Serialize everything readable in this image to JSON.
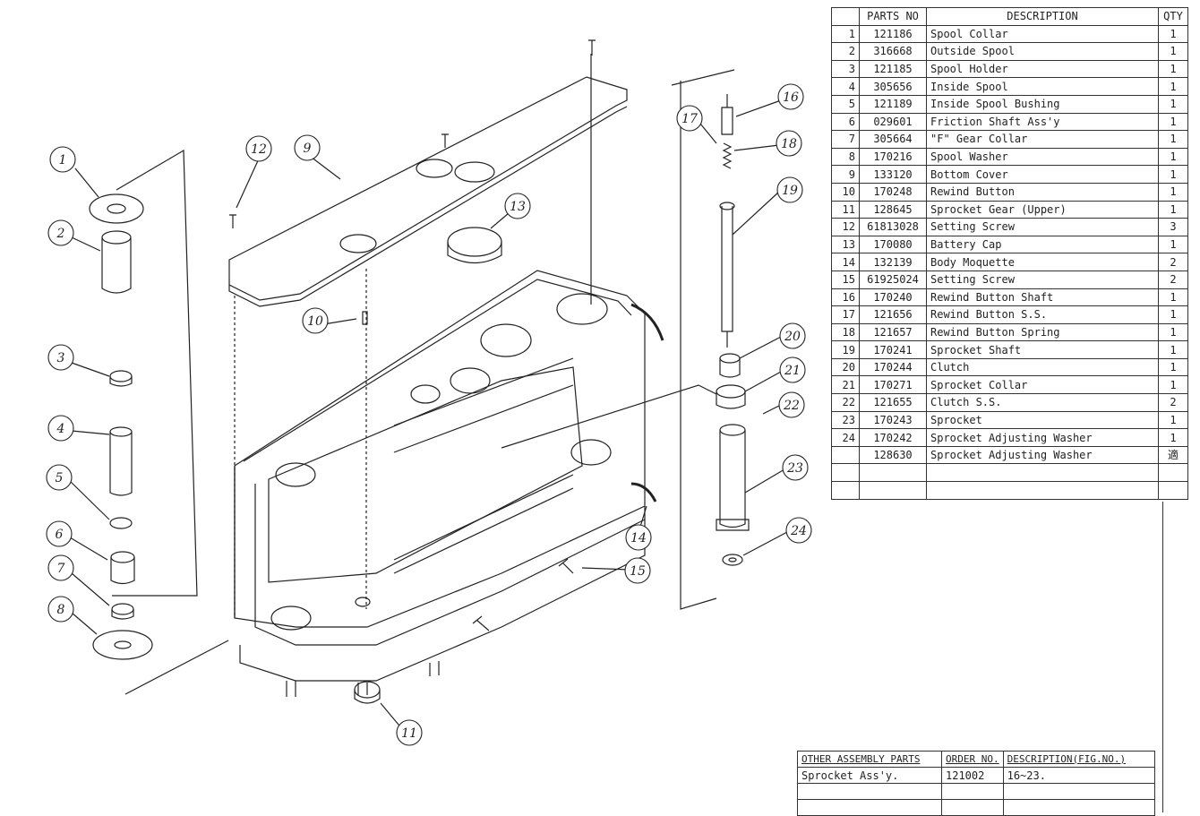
{
  "parts_table": {
    "headers": [
      "",
      "PARTS NO",
      "DESCRIPTION",
      "QTY"
    ],
    "rows": [
      {
        "no": "1",
        "part": "121186",
        "desc": "Spool Collar",
        "qty": "1"
      },
      {
        "no": "2",
        "part": "316668",
        "desc": "Outside Spool",
        "qty": "1"
      },
      {
        "no": "3",
        "part": "121185",
        "desc": "Spool Holder",
        "qty": "1"
      },
      {
        "no": "4",
        "part": "305656",
        "desc": "Inside Spool",
        "qty": "1"
      },
      {
        "no": "5",
        "part": "121189",
        "desc": "Inside Spool Bushing",
        "qty": "1"
      },
      {
        "no": "6",
        "part": "029601",
        "desc": "Friction Shaft Ass'y",
        "qty": "1"
      },
      {
        "no": "7",
        "part": "305664",
        "desc": "\"F\" Gear Collar",
        "qty": "1"
      },
      {
        "no": "8",
        "part": "170216",
        "desc": "Spool Washer",
        "qty": "1"
      },
      {
        "no": "9",
        "part": "133120",
        "desc": "Bottom Cover",
        "qty": "1"
      },
      {
        "no": "10",
        "part": "170248",
        "desc": "Rewind Button",
        "qty": "1"
      },
      {
        "no": "11",
        "part": "128645",
        "desc": "Sprocket Gear (Upper)",
        "qty": "1"
      },
      {
        "no": "12",
        "part": "61813028",
        "desc": "Setting Screw",
        "qty": "3"
      },
      {
        "no": "13",
        "part": "170080",
        "desc": "Battery Cap",
        "qty": "1"
      },
      {
        "no": "14",
        "part": "132139",
        "desc": "Body Moquette",
        "qty": "2"
      },
      {
        "no": "15",
        "part": "61925024",
        "desc": "Setting Screw",
        "qty": "2"
      },
      {
        "no": "16",
        "part": "170240",
        "desc": "Rewind Button Shaft",
        "qty": "1"
      },
      {
        "no": "17",
        "part": "121656",
        "desc": "Rewind Button S.S.",
        "qty": "1"
      },
      {
        "no": "18",
        "part": "121657",
        "desc": "Rewind Button Spring",
        "qty": "1"
      },
      {
        "no": "19",
        "part": "170241",
        "desc": "Sprocket Shaft",
        "qty": "1"
      },
      {
        "no": "20",
        "part": "170244",
        "desc": "Clutch",
        "qty": "1"
      },
      {
        "no": "21",
        "part": "170271",
        "desc": "Sprocket Collar",
        "qty": "1"
      },
      {
        "no": "22",
        "part": "121655",
        "desc": "Clutch S.S.",
        "qty": "2"
      },
      {
        "no": "23",
        "part": "170243",
        "desc": "Sprocket",
        "qty": "1"
      },
      {
        "no": "24",
        "part": "170242",
        "desc": "Sprocket Adjusting Washer",
        "qty": "1"
      },
      {
        "no": "",
        "part": "128630",
        "desc": "Sprocket Adjusting Washer",
        "qty": "適"
      },
      {
        "no": "",
        "part": "",
        "desc": "",
        "qty": ""
      },
      {
        "no": "",
        "part": "",
        "desc": "",
        "qty": ""
      }
    ]
  },
  "assembly_table": {
    "headers": [
      "OTHER ASSEMBLY PARTS",
      "ORDER NO.",
      "DESCRIPTION(FIG.NO.)"
    ],
    "rows": [
      {
        "name": "Sprocket Ass'y.",
        "order": "121002",
        "desc": "16~23."
      },
      {
        "name": "",
        "order": "",
        "desc": ""
      },
      {
        "name": "",
        "order": "",
        "desc": ""
      }
    ]
  },
  "callouts": [
    "1",
    "2",
    "3",
    "4",
    "5",
    "6",
    "7",
    "8",
    "9",
    "10",
    "11",
    "12",
    "13",
    "14",
    "15",
    "16",
    "17",
    "18",
    "19",
    "20",
    "21",
    "22",
    "23",
    "24"
  ]
}
